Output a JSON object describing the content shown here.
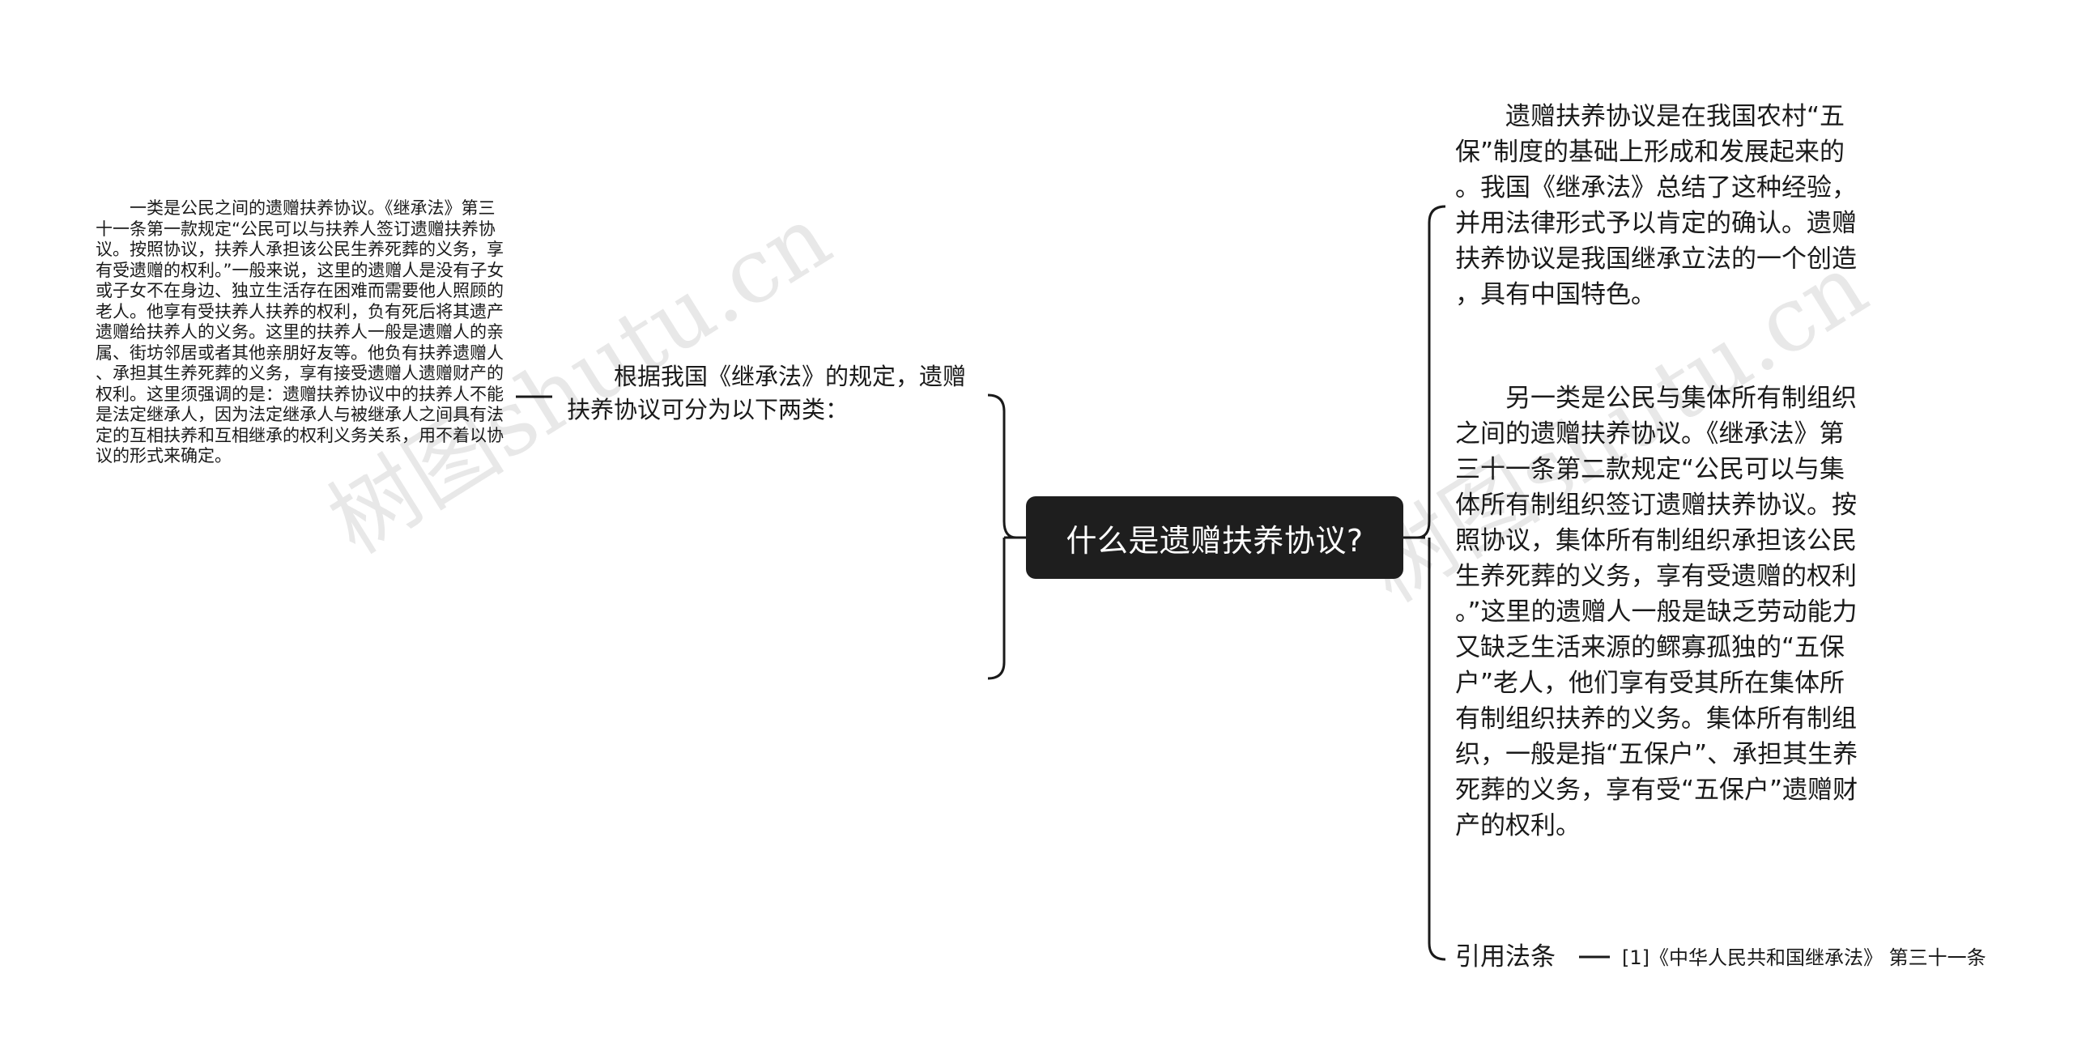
{
  "root": {
    "title": "什么是遗赠扶养协议?"
  },
  "left": {
    "branch": "　　根据我国《继承法》的规定，遗赠扶养协议可分为以下两类：",
    "leaf": "　　一类是公民之间的遗赠扶养协议。《继承法》第三十一条第一款规定“公民可以与扶养人签订遗赠扶养协议。按照协议，扶养人承担该公民生养死葬的义务，享有受遗赠的权利。”一般来说，这里的遗赠人是没有子女或子女不在身边、独立生活存在困难而需要他人照顾的老人。他享有受扶养人扶养的权利，负有死后将其遗产遗赠给扶养人的义务。这里的扶养人一般是遗赠人的亲属、街坊邻居或者其他亲朋好友等。他负有扶养遗赠人、承担其生养死葬的义务，享有接受遗赠人遗赠财产的权利。这里须强调的是：遗赠扶养协议中的扶养人不能是法定继承人，因为法定继承人与被继承人之间具有法定的互相扶养和互相继承的权利义务关系，用不着以协议的形式来确定。"
  },
  "right": {
    "leaf1": "　　遗赠扶养协议是在我国农村“五保”制度的基础上形成和发展起来的。我国《继承法》总结了这种经验，并用法律形式予以肯定的确认。遗赠扶养协议是我国继承立法的一个创造，具有中国特色。",
    "leaf2": "　　另一类是公民与集体所有制组织之间的遗赠扶养协议。《继承法》第三十一条第二款规定“公民可以与集体所有制组织签订遗赠扶养协议。按照协议，集体所有制组织承担该公民生养死葬的义务，享有受遗赠的权利。”这里的遗赠人一般是缺乏劳动能力又缺乏生活来源的鳏寡孤独的“五保户”老人，他们享有受其所在集体所有制组织扶养的义务。集体所有制组织，一般是指“五保户”、承担其生养死葬的义务，享有受“五保户”遗赠财产的权利。",
    "citation_label": "引用法条",
    "citation_ref": "[1]《中华人民共和国继承法》 第三十一条"
  },
  "watermark": {
    "text1": "树图shutu.cn",
    "text2": "树图shutu.cn"
  },
  "colors": {
    "root_bg": "#1e1e1e",
    "root_text": "#ffffff",
    "line": "#1a1a1a"
  }
}
